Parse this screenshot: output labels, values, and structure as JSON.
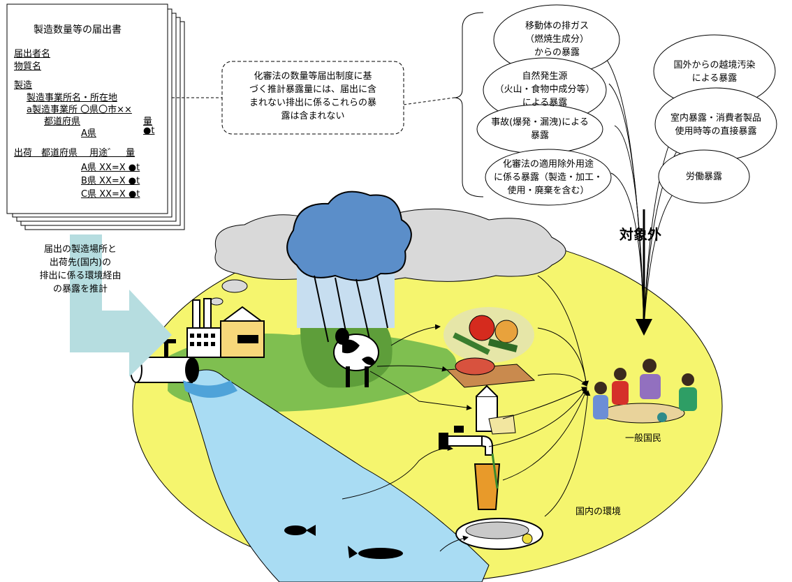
{
  "document": {
    "title": "製造数量等の届出書",
    "reporter": "届出者名",
    "substance": "物質名",
    "manufacture": "製造",
    "site_header": "製造事業所名・所在地",
    "site_row": "a製造事業所 〇県〇市××",
    "pref_header_left": "都道府県",
    "pref_header_right": "量",
    "pref_row_left": "A県",
    "pref_row_right": "●t",
    "shipment_header": "出荷　都道府県　 用途゛　量",
    "shipment_rows": [
      "A県 XX=X ●t",
      "B県 XX=X ●t",
      "C県 XX=X ●t"
    ]
  },
  "callout": "化審法の数量等届出制度に基\nづく推計暴露量には、届出に含\nまれない排出に係るこれらの暴\n露は含まれない",
  "arrow_note": "届出の製造場所と\n出荷先(国内)の\n排出に係る環境経由\nの暴露を推計",
  "excluded_left": [
    "移動体の排ガス\n（燃焼生成分）\nからの暴露",
    "自然発生源\n（火山・食物中成分等）\nによる暴露",
    "事故(爆発・漏洩)による\n暴露",
    "化審法の適用除外用途\nに係る暴露（製造・加工・\n使用・廃棄を含む）"
  ],
  "excluded_right": [
    "国外からの越境汚染\nによる暴露",
    "室内暴露・消費者製品\n使用時等の直接暴露",
    "労働暴露"
  ],
  "excluded_label": "対象外",
  "people_label": "一般国民",
  "environment_label": "国内の環境",
  "colors": {
    "environment": "#F5F56E",
    "field": "#7FBF50",
    "river": "#A9DCF3",
    "cloud": "#D9D9D9",
    "arrow": "#B6DDE0"
  }
}
